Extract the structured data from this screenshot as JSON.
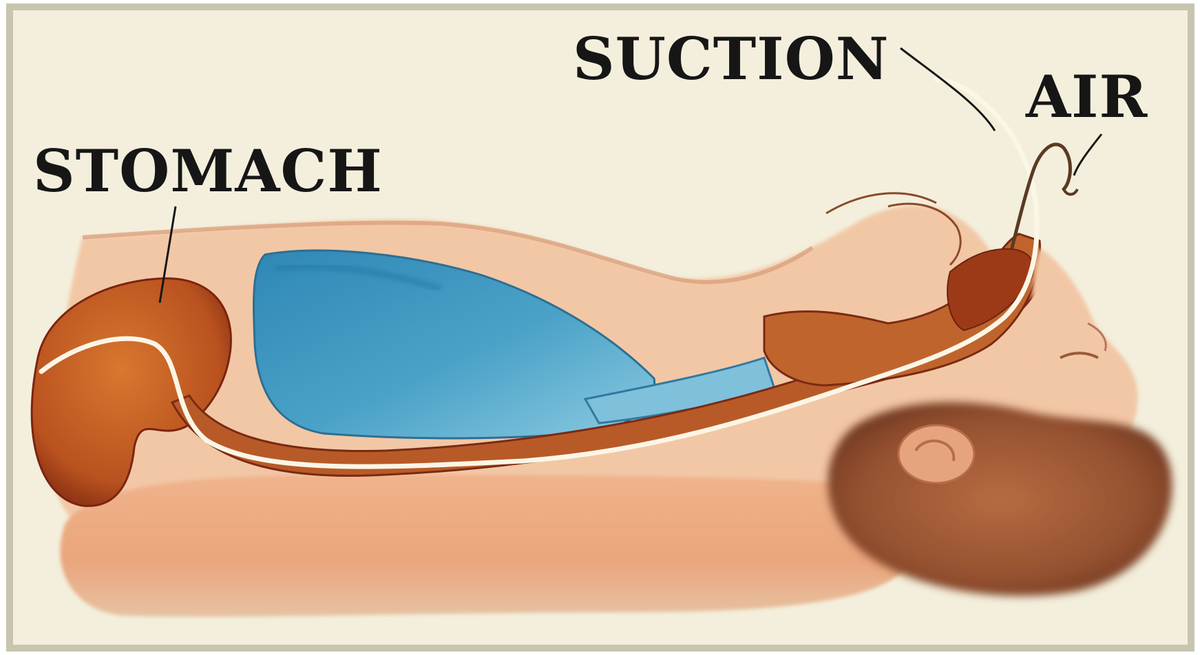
{
  "labels": {
    "stomach": "STOMACH",
    "suction": "SUCTION",
    "air": "AIR"
  },
  "colors": {
    "background": "#f3efdc",
    "frame": "#c9c4b0",
    "skin": "#f1c2a0",
    "skin_shadow": "#e3a47f",
    "organ": "#c8642e",
    "organ_dark": "#8f2e12",
    "lung": "#4a9fc6",
    "lung_light": "#8cc7de",
    "hair": "#9a5634",
    "tube": "#fbf6e6"
  }
}
